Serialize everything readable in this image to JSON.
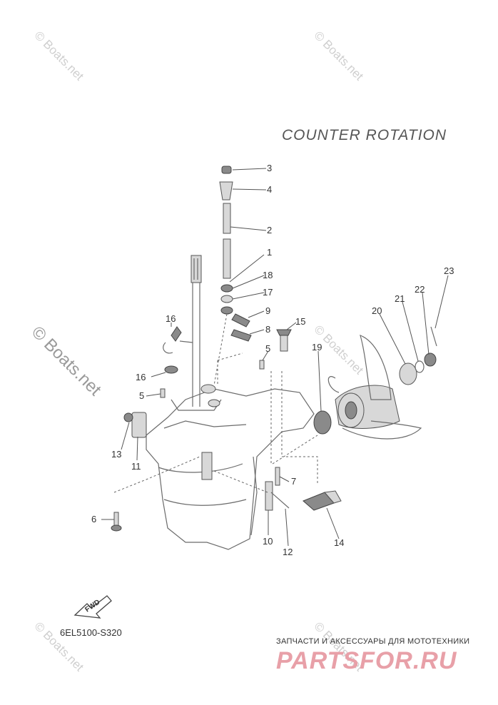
{
  "diagram": {
    "title": "COUNTER  ROTATION",
    "drawing_code": "6EL5100-S320",
    "fwd_label": "FWD",
    "callouts": [
      "1",
      "2",
      "3",
      "4",
      "5",
      "5",
      "6",
      "7",
      "8",
      "9",
      "10",
      "11",
      "12",
      "13",
      "14",
      "15",
      "16",
      "16",
      "17",
      "18",
      "19",
      "20",
      "21",
      "22",
      "23"
    ]
  },
  "watermarks": [
    "© Boats.net",
    "© Boats.net",
    "© Boats.net",
    "© Boats.net",
    "© Boats.net",
    "© Boats.net"
  ],
  "banner": {
    "subtitle": "ЗАПЧАСТИ И АКСЕССУАРЫ ДЛЯ МОТОТЕХНИКИ",
    "logo": "PARTSFOR.RU"
  }
}
